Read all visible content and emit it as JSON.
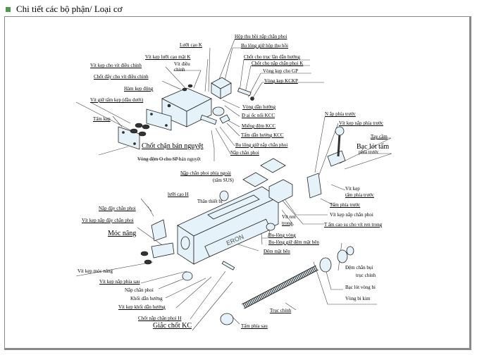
{
  "page": {
    "title": "Chi tiết các bộ phận/ Loại cơ",
    "bullet_color": "#4a9a4a",
    "frame_color": "#8a8a8a"
  },
  "diagram": {
    "labels": [
      {
        "id": "hop-thu-hoi-nap-chan-phoi",
        "text": "Hộp thu hồi nắp chắn phoi"
      },
      {
        "id": "bu-long-giu-hop-thu-hoi",
        "text": "Bu lông giữ hộp thu hồi"
      },
      {
        "id": "luoi-cao-k",
        "text": "Lưỡi cạo K"
      },
      {
        "id": "chot-cho-truc-lan-dan-huong",
        "text": "Chốt cho trục lăn dẫn hướng"
      },
      {
        "id": "vit-kep-luoi-cao-mat-k",
        "text": "Vít kẹp lưỡi cạo mặt K"
      },
      {
        "id": "chot-cho-nap-chan-phoi-k",
        "text": "Chốt cho nắp chắn phoi K"
      },
      {
        "id": "vit-kep-cho-vit-dieu-chinh",
        "text": "Vít kẹp cho vít điều chỉnh"
      },
      {
        "id": "vit-dieu-chinh",
        "text": "Vít điều chỉnh"
      },
      {
        "id": "vong-kep-cho-gp",
        "text": "Vòng kẹp cho GP"
      },
      {
        "id": "chot-day-cho-vit-dieu-chinh",
        "text": "Chốt đẩy cho vít điều chỉnh"
      },
      {
        "id": "vong-kep-kckp",
        "text": "Vòng kẹp KCKP"
      },
      {
        "id": "ham-kep-dong",
        "text": "Hàm kẹp động"
      },
      {
        "id": "vit-giu-tam-kep",
        "text": "Vít giữ tấm kẹp (đầu dưới)"
      },
      {
        "id": "vong-dan-huong",
        "text": "Vòng dẫn hướng"
      },
      {
        "id": "dai-oc-noi-kcc",
        "text": "Đ ai ốc nối KCC"
      },
      {
        "id": "tam-kep",
        "text": "Tấm kẹp"
      },
      {
        "id": "mieng-dem-kcc",
        "text": "Miếng đệm KCC"
      },
      {
        "id": "nap-phia-truoc",
        "text": "N ắp phía trước"
      },
      {
        "id": "vit-kep-nap-phia-truoc",
        "text": "Vít kẹp nắp phía trước"
      },
      {
        "id": "tam-dan-huong-kcc",
        "text": "Tấm dẫn hướng KCC"
      },
      {
        "id": "tay-cam",
        "text": "Tay cầm"
      },
      {
        "id": "bu-long-giu-nap-chan-phoi",
        "text": "Bu lông giữ nắp chắn phoi"
      },
      {
        "id": "chot-chan-ban-nguyet",
        "text": "Chốt chặn bán nguyệt"
      },
      {
        "id": "bac-lot-tam",
        "text": "Bạc lót tấm"
      },
      {
        "id": "phia-truoc",
        "text": "phía trước"
      },
      {
        "id": "nap-chan-phoi-1",
        "text": "Nắp chắn phoi"
      },
      {
        "id": "vong-dem-o",
        "text": "Vòng đệm O cho SP bán nguyệt"
      },
      {
        "id": "nap-chan-phoi-phia-ngoai",
        "text": "Nắp chắn phoi phía ngoài"
      },
      {
        "id": "tam-sus",
        "text": "(tấm SUS)"
      },
      {
        "id": "vit-kep-tam-1",
        "text": "Vít kẹp"
      },
      {
        "id": "vit-kep-tam-2",
        "text": "tấm phía trước"
      },
      {
        "id": "luoi-cao-h",
        "text": "lưỡi cạo H"
      },
      {
        "id": "than-thiet-bi",
        "text": "Thân thiết bị"
      },
      {
        "id": "tam-phia-truoc",
        "text": "Tấm phía trước"
      },
      {
        "id": "nap-day-chan-phoi",
        "text": "Nắp đậy chắn phoi"
      },
      {
        "id": "vit-ren-trong-1",
        "text": "Vít ren"
      },
      {
        "id": "vit-ren-trong-2",
        "text": "trong"
      },
      {
        "id": "vit-kep-nap-chan-phoi",
        "text": "Vít kẹp nắp chắn phoi"
      },
      {
        "id": "vit-kep-nap-day-chan-phoi",
        "text": "Vít kẹp nắp đậy chắn phoi"
      },
      {
        "id": "tam-cao-su",
        "text": "T ấm cao su cho vít ren trong"
      },
      {
        "id": "moc-nang",
        "text": "Móc nâng"
      },
      {
        "id": "bu-long-vong",
        "text": "Bu-lông vòng"
      },
      {
        "id": "bu-long-giu-dem-mat-ben",
        "text": "Bu-lông giữ đệm mặt bên"
      },
      {
        "id": "dem-mat-ben",
        "text": "Đệm mặt bên"
      },
      {
        "id": "vit-kep-moc-nang",
        "text": "Vít kẹp móc nâng"
      },
      {
        "id": "dem-chan-bui-1",
        "text": "Đệm chắn bụi"
      },
      {
        "id": "dem-chan-bui-2",
        "text": "trục chính"
      },
      {
        "id": "vit-kep-nap-phia-sau",
        "text": "Vít kẹp nắp phía sau"
      },
      {
        "id": "nap-chan-phoi-2",
        "text": "Nắp chắn phoi"
      },
      {
        "id": "bac-lot-vong-bi",
        "text": "Bạc lót vòng bi"
      },
      {
        "id": "khoi-dan-huong",
        "text": "Khối dẫn hướng"
      },
      {
        "id": "vong-bi-kim",
        "text": "Vòng bi kim"
      },
      {
        "id": "vit-kep-khoi-dan-huong",
        "text": "Vít kẹp khối dẫn hướng"
      },
      {
        "id": "truc-chinh",
        "text": "Trục chính"
      },
      {
        "id": "chot-nap-chan-phoi-h",
        "text": "Chốt nắp chắn phoi H"
      },
      {
        "id": "giac-chot-kc",
        "text": "Giắc chốt KC"
      },
      {
        "id": "tam-phia-sau",
        "text": "Tấm phía sau"
      }
    ],
    "body_marking": "ERON"
  }
}
